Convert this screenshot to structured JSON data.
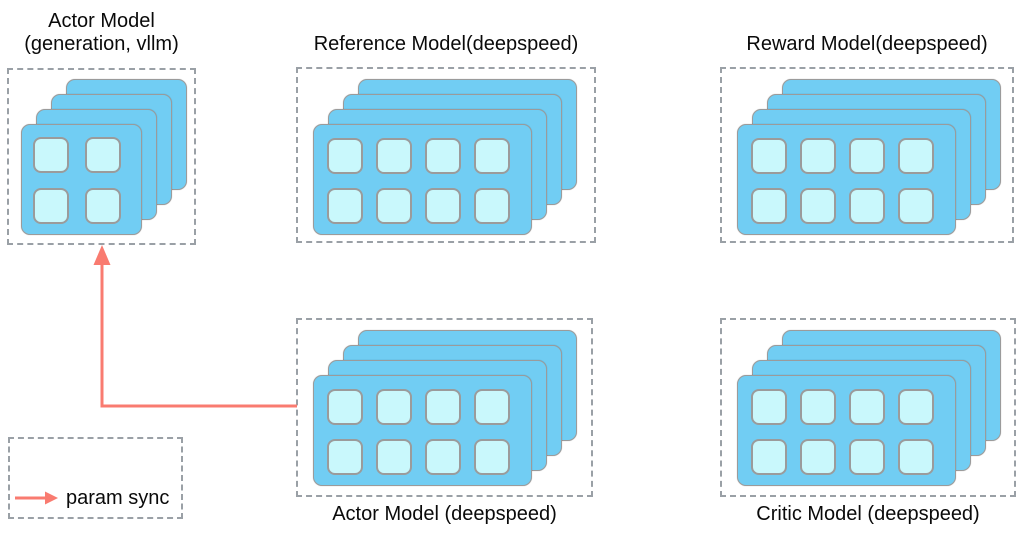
{
  "models": {
    "actor_vllm": {
      "title_line1": "Actor Model",
      "title_line2": "(generation, vllm)",
      "stack": {
        "count": 4,
        "cols": 2,
        "rows": 2
      }
    },
    "reference": {
      "title": "Reference Model(deepspeed)",
      "stack": {
        "count": 4,
        "cols": 4,
        "rows": 2
      }
    },
    "reward": {
      "title": "Reward Model(deepspeed)",
      "stack": {
        "count": 4,
        "cols": 4,
        "rows": 2
      }
    },
    "actor_deepspeed": {
      "title": "Actor Model (deepspeed)",
      "stack": {
        "count": 4,
        "cols": 4,
        "rows": 2
      }
    },
    "critic": {
      "title": "Critic Model (deepspeed)",
      "stack": {
        "count": 4,
        "cols": 4,
        "rows": 2
      }
    }
  },
  "legend": {
    "label": "param sync"
  },
  "colors": {
    "node_fill": "#71CDF3",
    "gpu_fill": "#C9F8FC",
    "border_gray": "#9B9B9B",
    "dashed_border": "#9AA0A6",
    "arrow": "#F97B70",
    "text": "#0A0A0A"
  }
}
